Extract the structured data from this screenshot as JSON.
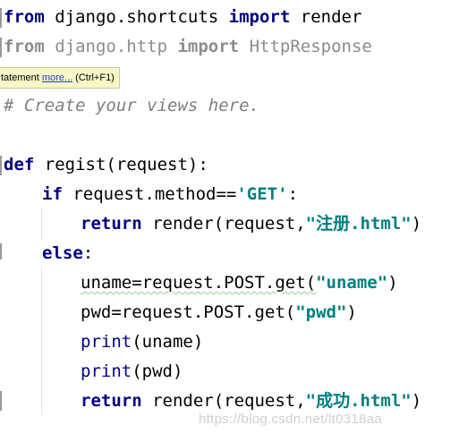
{
  "code": {
    "line1": {
      "kw1": "from",
      "mod": " django.shortcuts ",
      "kw2": "import",
      "name": " render"
    },
    "line2": {
      "kw1": "from",
      "mod": " django.http ",
      "kw2": "import",
      "name": " HttpResponse"
    },
    "line4": {
      "comment": "# Create your views here."
    },
    "line6": {
      "kw": "def",
      "sig": " regist(request):"
    },
    "line7": {
      "kw": "if",
      "expr": " request.method==",
      "str": "'GET'",
      "tail": ":"
    },
    "line8": {
      "kw": "return",
      "call": " render(request,",
      "str": "\"注册.html\"",
      "tail": ")"
    },
    "line9": {
      "kw": "else",
      "tail": ":"
    },
    "line10": {
      "head": "uname=request.POST.get(",
      "str": "\"uname\"",
      "tail": ")"
    },
    "line11": {
      "head": "pwd=request.POST.get(",
      "str": "\"pwd\"",
      "tail": ")"
    },
    "line12": {
      "fn": "print",
      "args": "(uname)"
    },
    "line13": {
      "fn": "print",
      "args": "(pwd)"
    },
    "line14": {
      "kw": "return",
      "call": " render(request,",
      "str": "\"成功.html\"",
      "tail": ")"
    }
  },
  "tooltip": {
    "prefix": "tatement ",
    "link": "more...",
    "shortcut": " (Ctrl+F1)"
  },
  "watermark": "https://blog.csdn.net/lt0318aa",
  "colors": {
    "keyword": "#000080",
    "string": "#008080",
    "comment": "#808080",
    "tooltip_bg": "#f7f7c8"
  }
}
